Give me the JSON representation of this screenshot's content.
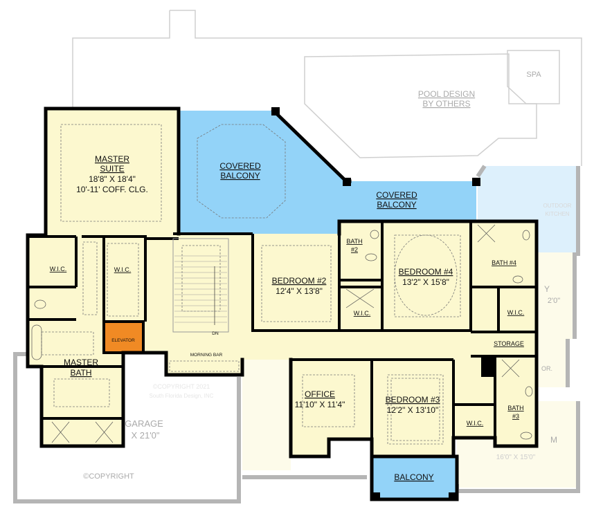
{
  "colors": {
    "room_fill": "#FCF8CF",
    "balcony_fill": "#93D3F8",
    "elevator_fill": "#F08A24",
    "outdoor_kitchen_fill": "#DDF0FC",
    "lower_level_fill": "#FDFBEA",
    "wall": "#000000"
  },
  "pool": {
    "label_line1": "POOL DESIGN",
    "label_line2": "BY OTHERS",
    "spa": "SPA"
  },
  "rooms": {
    "master_suite": {
      "line1": "MASTER",
      "line2": "SUITE",
      "size": "18'8\" X 18'4\"",
      "note": "10'-11' COFF. CLG."
    },
    "covered_balcony_1": {
      "line1": "COVERED",
      "line2": "BALCONY"
    },
    "covered_balcony_2": {
      "line1": "COVERED",
      "line2": "BALCONY"
    },
    "wic_master_left": "W.I.C.",
    "wic_master_right": "W.I.C.",
    "elevator": "ELEVATOR",
    "stair_dn": "DN",
    "morning_bar": "MORNING BAR",
    "master_bath": {
      "line1": "MASTER",
      "line2": "BATH"
    },
    "bedroom_2": {
      "name": "BEDROOM #2",
      "size": "12'4\" X 13'8\""
    },
    "bath_2": {
      "line1": "BATH",
      "line2": "#2"
    },
    "wic_bed2": "W.I.C.",
    "bedroom_4": {
      "name": "BEDROOM #4",
      "size": "13'2\" X 15'8\""
    },
    "bath_4": "BATH #4",
    "wic_bed4": "W.I.C.",
    "storage": "STORAGE",
    "office": {
      "name": "OFFICE",
      "size": "11'10\" X 11'4\""
    },
    "bedroom_3": {
      "name": "BEDROOM #3",
      "size": "12'2\" X 13'10\""
    },
    "wic_bed3": "W.I.C.",
    "bath_3": {
      "line1": "BATH",
      "line2": "#3"
    },
    "balcony": "BALCONY"
  },
  "lower_level": {
    "garage": "GARAGE",
    "garage_size": "X 21'0\"",
    "copyright": "©COPYRIGHT",
    "watermark_line1": "©COPYRIGHT 2021",
    "watermark_line2": "South Florida Design, INC",
    "outdoor_kitchen_line1": "OUTDOOR",
    "outdoor_kitchen_line2": "KITCHEN",
    "right_room_1_letter": "Y",
    "right_room_1_size": "2'0\"",
    "right_room_2": "OR.",
    "right_room_3_letter": "M",
    "right_room_3_size": "16'0\" X 15'0\""
  }
}
